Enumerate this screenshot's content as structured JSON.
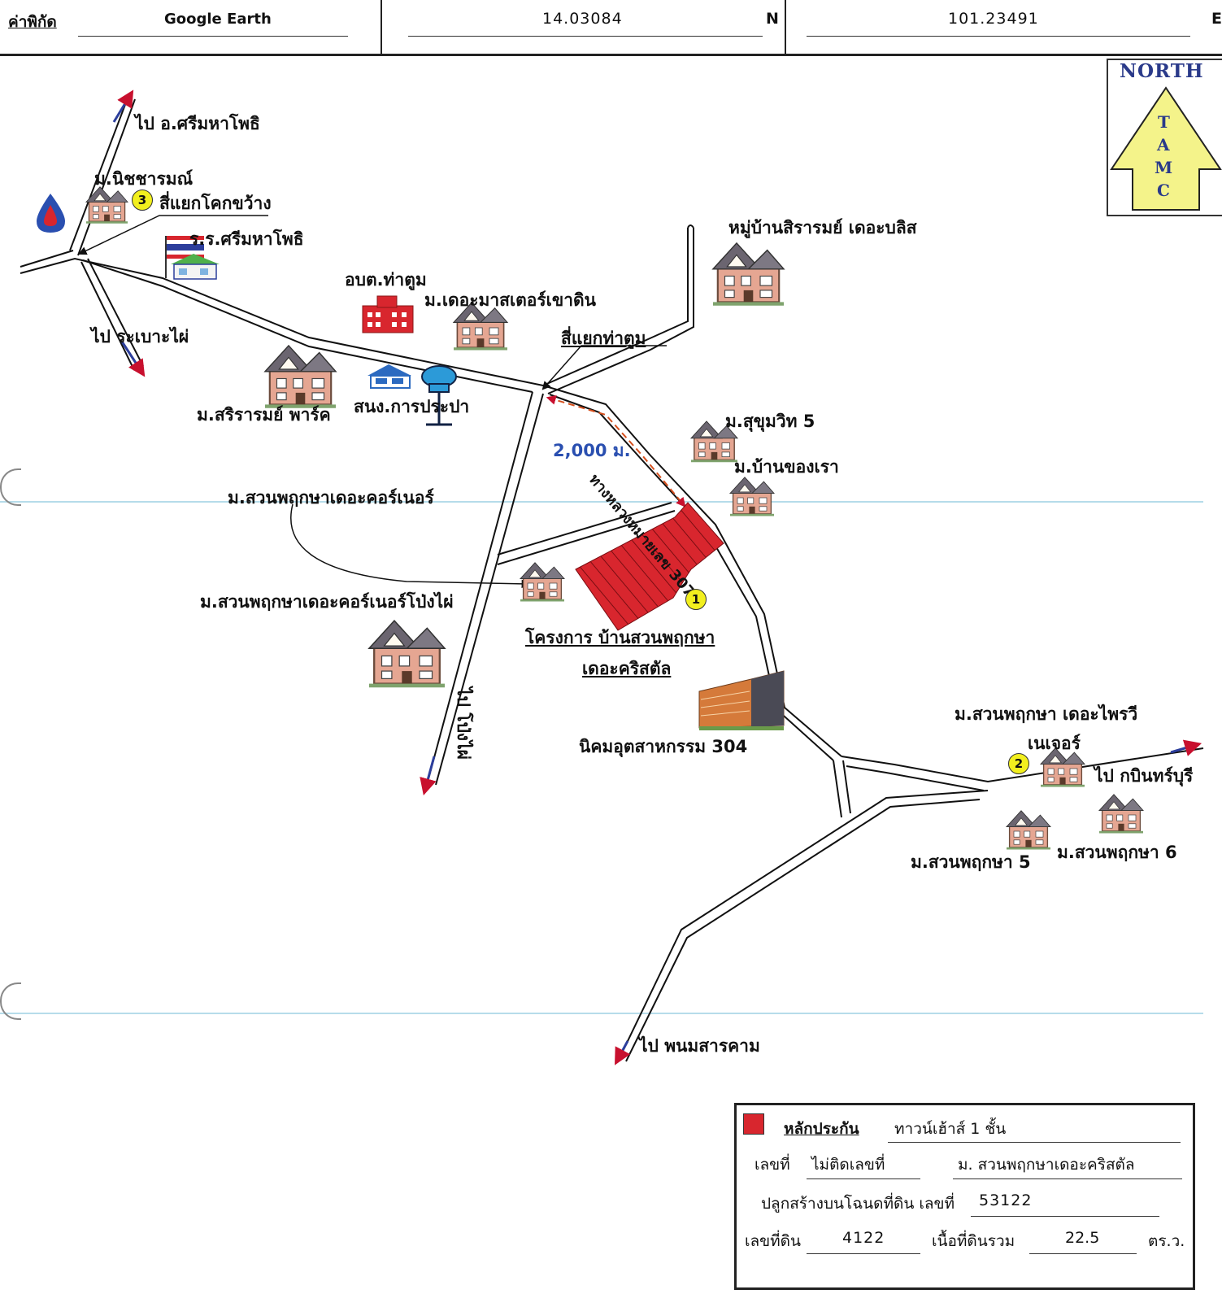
{
  "header": {
    "coord_label": "ค่าพิกัด",
    "source": "Google Earth",
    "latitude": "14.03084",
    "lat_dir": "N",
    "longitude": "101.23491",
    "lon_dir": "E"
  },
  "north_arrow": {
    "title": "NORTH",
    "letters": [
      "T",
      "A",
      "M",
      "C"
    ]
  },
  "places": {
    "to_srimahaphot": "ไป อ.ศรีมหาโพธิ",
    "nitcharom": "ม.นิชชารมณ์",
    "kok_khwang_junction": "สี่แยกโคกขว้าง",
    "school": "ร.ร.ศรีมหาโพธิ",
    "to_rabao_phai": "ไป ระเบาะไผ่",
    "sao_tha_tum": "อบต.ท่าตูม",
    "the_master": "ม.เดอะมาสเตอร์เขาดิน",
    "sirirom_park": "ม.สริรารมย์ พาร์ค",
    "water_works": "สนง.การประปา",
    "sirirom_bliss": "หมู่บ้านสิรารมย์ เดอะบลิส",
    "tha_tum_junction": "สี่แยกท่าตูม",
    "highway": "ทางหลวงหมายเลข 3079",
    "distance": "2,000 ม.",
    "sukhumvit5": "ม.สุขุมวิท 5",
    "ban_khong_rao": "ม.บ้านของเรา",
    "the_corner": "ม.สวนพฤกษาเดอะคอร์เนอร์",
    "the_corner_pong_phai": "ม.สวนพฤกษาเดอะคอร์เนอร์โป่งไผ่",
    "to_pong_phai": "ไป โป่งไผ่",
    "project_line1": "โครงการ บ้านสวนพฤกษา",
    "project_line2": "เดอะคริสตัล",
    "industrial_estate": "นิคมอุตสาหกรรม 304",
    "private_nature_1": "ม.สวนพฤกษา เดอะไพรวี",
    "private_nature_2": "เนเจอร์",
    "to_prachinburi": "ไป กบินทร์บุรี",
    "suanpruksa5": "ม.สวนพฤกษา 5",
    "suanpruksa6": "ม.สวนพฤกษา 6",
    "to_phanom_sarakham": "ไป พนมสารคาม"
  },
  "markers": {
    "m1": "1",
    "m2": "2",
    "m3": "3"
  },
  "legend": {
    "collateral_label": "หลักประกัน",
    "collateral_type": "ทาวน์เฮ้าส์ 1 ชั้น",
    "house_no_label": "เลขที่",
    "house_no_value": "ไม่ติดเลขที่",
    "village": "ม. สวนพฤกษาเดอะคริสตัล",
    "deed_label": "ปลูกสร้างบนโฉนดที่ดิน เลขที่",
    "deed_value": "53122",
    "land_no_label": "เลขที่ดิน",
    "land_no_value": "4122",
    "area_label": "เนื้อที่ดินรวม",
    "area_value": "22.5",
    "area_unit": "ตร.ว."
  },
  "colors": {
    "plot": "#d8262e",
    "arrow_red": "#c8102e",
    "arrow_blue": "#2c3e9c",
    "marker": "#f2ef1e",
    "north_fill": "#f4f38a",
    "distance_text": "#2a4fb0"
  }
}
